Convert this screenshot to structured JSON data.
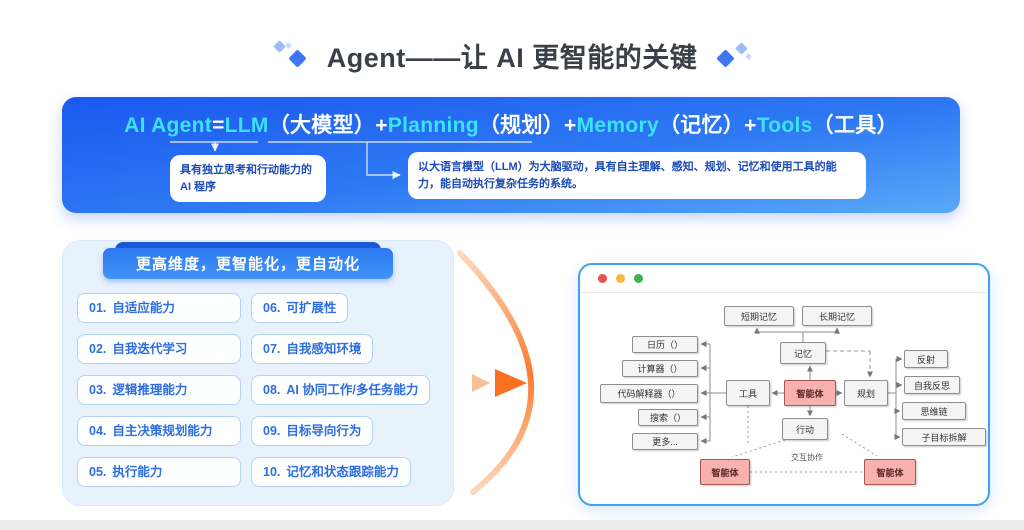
{
  "title": {
    "text": "Agent——让 AI 更智能的关键"
  },
  "banner": {
    "formula_segments": [
      {
        "text": "AI Agent",
        "highlight": true
      },
      {
        "text": "=",
        "highlight": false
      },
      {
        "text": "LLM",
        "highlight": true
      },
      {
        "text": "（大模型）+",
        "highlight": false
      },
      {
        "text": "Planning",
        "highlight": true
      },
      {
        "text": "（规划）+",
        "highlight": false
      },
      {
        "text": "Memory",
        "highlight": true
      },
      {
        "text": "（记忆）+",
        "highlight": false
      },
      {
        "text": "Tools",
        "highlight": true
      },
      {
        "text": "（工具）",
        "highlight": false
      }
    ],
    "callout_left": "具有独立思考和行动能力的 AI 程序",
    "callout_right": "以大语言模型（LLM）为大脑驱动，具有自主理解、感知、规划、记忆和使用工具的能力，能自动执行复杂任务的系统。"
  },
  "capabilities": {
    "header": "更高维度，更智能化，更自动化",
    "items": [
      {
        "num": "01.",
        "label": "自适应能力"
      },
      {
        "num": "02.",
        "label": "自我迭代学习"
      },
      {
        "num": "03.",
        "label": "逻辑推理能力"
      },
      {
        "num": "04.",
        "label": "自主决策规划能力"
      },
      {
        "num": "05.",
        "label": "执行能力"
      },
      {
        "num": "06.",
        "label": "可扩展性"
      },
      {
        "num": "07.",
        "label": "自我感知环境"
      },
      {
        "num": "08.",
        "label": "AI 协同工作/多任务能力"
      },
      {
        "num": "09.",
        "label": "目标导向行为"
      },
      {
        "num": "10.",
        "label": "记忆和状态跟踪能力"
      }
    ]
  },
  "diagram": {
    "nodes": {
      "short_term_memory": "短期记忆",
      "long_term_memory": "长期记忆",
      "memory": "记忆",
      "calendar": "日历（）",
      "calculator": "计算器（）",
      "code_interpreter": "代码解释器（）",
      "search": "搜索（）",
      "more": "更多...",
      "tools": "工具",
      "agent": "智能体",
      "planning": "规划",
      "action": "行动",
      "reflection": "反射",
      "self_reflection": "自我反思",
      "chain_of_thought": "思维链",
      "subgoal_decomposition": "子目标拆解",
      "agent_bottom_left": "智能体",
      "agent_bottom_right": "智能体",
      "collaboration_label": "交互协作"
    }
  },
  "colors": {
    "banner_gradient_top": "#1b59ef",
    "banner_gradient_bottom": "#58a9f9",
    "formula_highlight": "#3ae3f5",
    "callout_text": "#1b4bb8",
    "panel_bg": "#e8f2fd",
    "item_border": "#b5d2f6",
    "item_text": "#2e6ee0",
    "ribbon_blue": "#2e7af2",
    "arrow_orange": "#f97020",
    "window_border": "#3fa2f1",
    "dot_red": "#e85347",
    "dot_yellow": "#f6b73e",
    "dot_green": "#3db24f",
    "agent_node_bg": "#f7b2b0",
    "agent_node_border": "#a85652",
    "node_bg": "#f4f4f4",
    "node_border": "#8d8d8d",
    "title_text": "#3b4046"
  }
}
